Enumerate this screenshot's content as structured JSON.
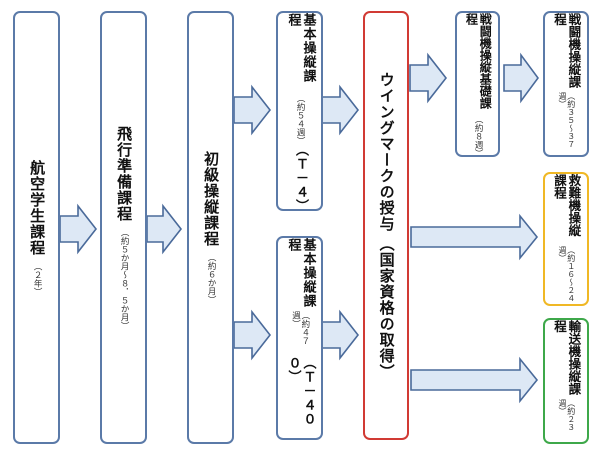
{
  "nodes": {
    "koku": {
      "title": "航空学生課程",
      "sub": "（２年）"
    },
    "hiko": {
      "title": "飛行準備課程",
      "sub": "（約５か月～８．５か月）"
    },
    "shokyu": {
      "title": "初級操縦課程",
      "sub": "（約６か月）"
    },
    "kihon1": {
      "title": "基本操縦課程",
      "sub": "（約５４週）",
      "tail": "（Ｔ－４）"
    },
    "kihon2": {
      "title": "基本操縦課程",
      "sub": "（約４７週）",
      "tail": "（Ｔ－４００）"
    },
    "wing": {
      "title": "ウイングマークの授与",
      "tail": "（国家資格の取得）"
    },
    "sento_kiso": {
      "title": "戦闘機操縦基礎課程",
      "sub": "（約８週）"
    },
    "sento": {
      "title": "戦闘機操縦課程",
      "sub": "（約３５～３７週）"
    },
    "kyunan": {
      "title": "救難機操縦課程",
      "sub": "（約１６～２４週）"
    },
    "yuso": {
      "title": "輸送機操縦課程",
      "sub": "（約２３週）"
    }
  },
  "colors": {
    "box_border_default": "#5b7aa8",
    "box_border_wing": "#d13a34",
    "box_border_rescue": "#f0b825",
    "box_border_transport": "#3ea84a",
    "arrow_fill": "#dde8f5",
    "arrow_stroke": "#4a6a9a"
  }
}
